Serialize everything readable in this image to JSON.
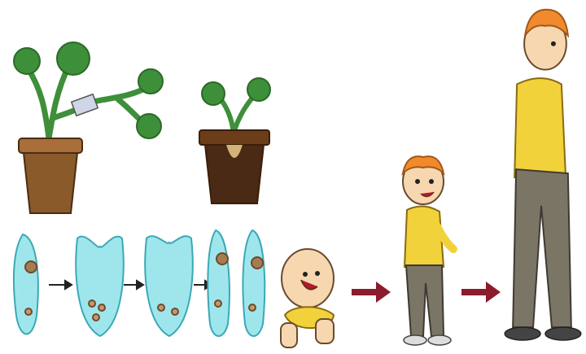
{
  "scene": {
    "top_row": [
      "plant-cutting",
      "rooted-cutting"
    ],
    "bottom_row": [
      "paramecium-division-sequence",
      "baby",
      "child",
      "adult"
    ]
  },
  "colors": {
    "leaf_green": "#3e8f3a",
    "pot_brown": "#8a5a2b",
    "soil_dark": "#4a2a14",
    "cell_cyan": "#9fe6ec",
    "arrow_red": "#8b1c2c",
    "hair_orange": "#f08a2c",
    "shirt_yellow": "#f2d23a",
    "pants_grey": "#7b7566"
  },
  "icons": [
    "arrow-right-icon"
  ]
}
